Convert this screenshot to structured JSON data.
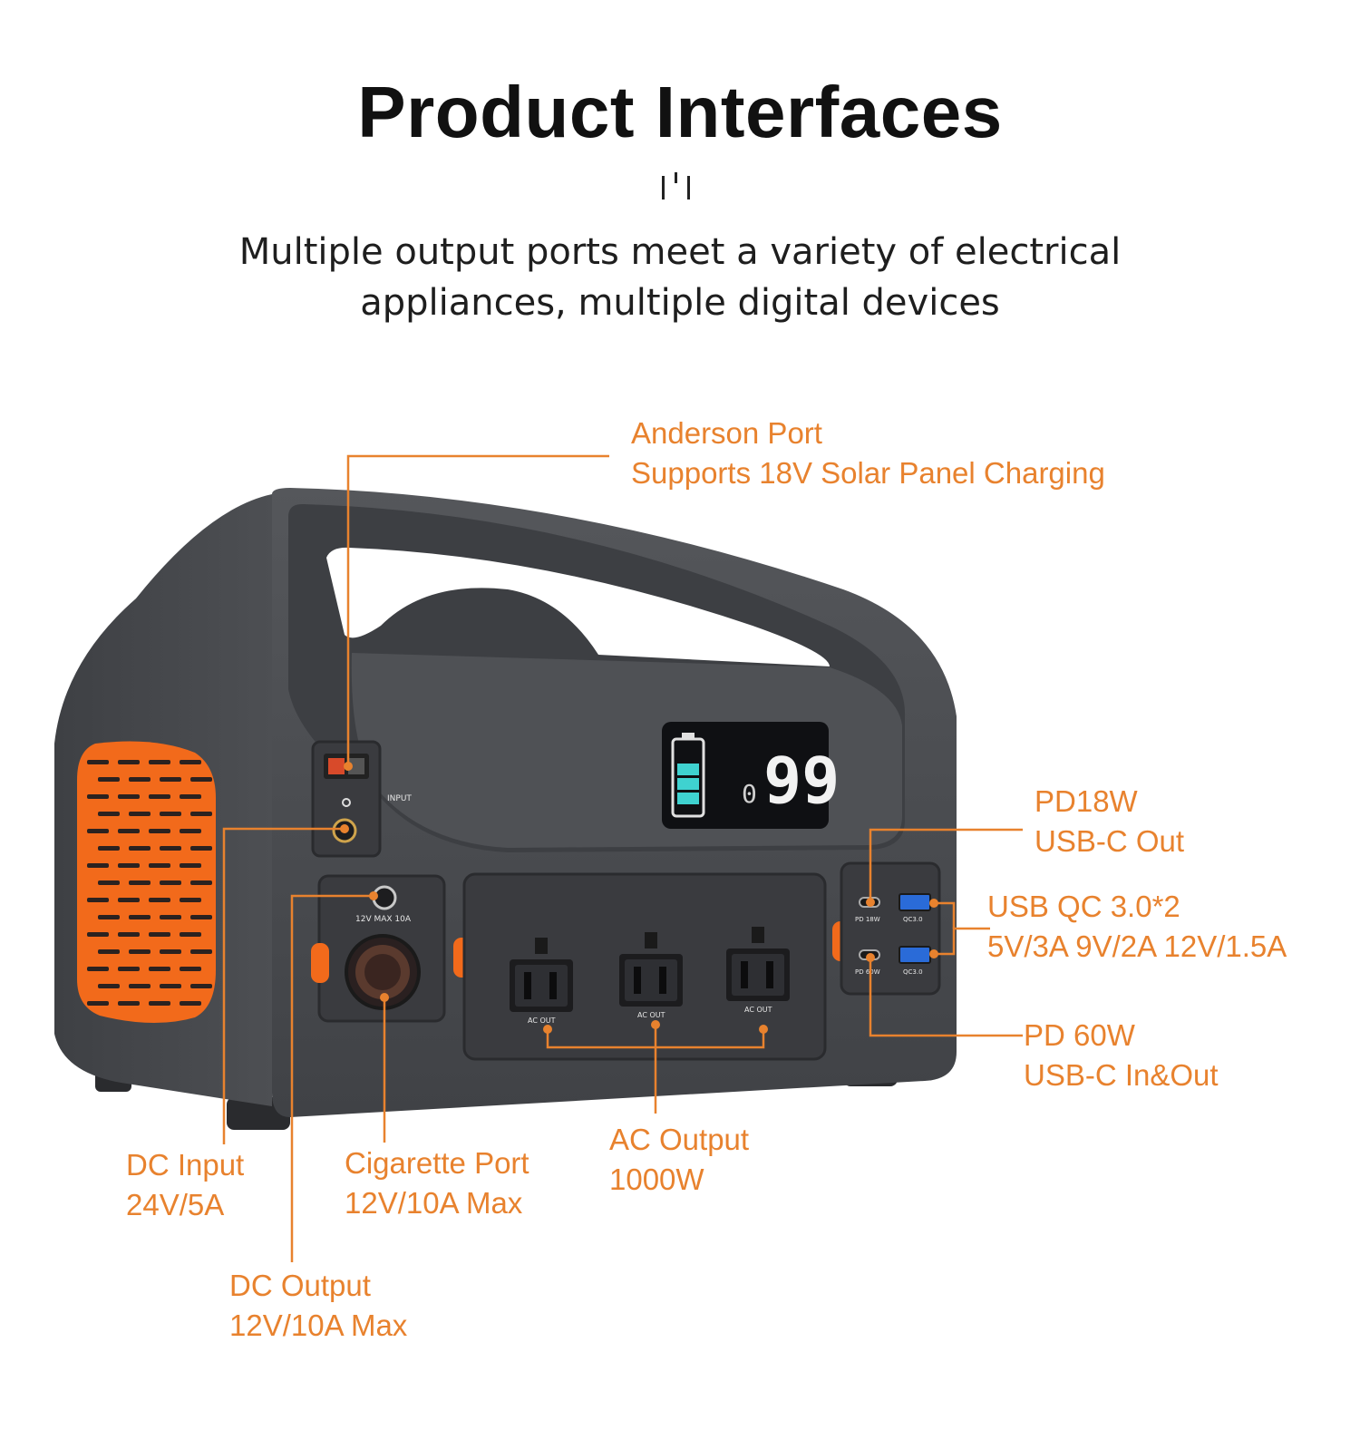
{
  "header": {
    "title": "Product Interfaces",
    "subtitle_line1": "Multiple output ports meet a variety of electrical",
    "subtitle_line2": "appliances, multiple digital devices"
  },
  "colors": {
    "accent": "#e8822e",
    "body": "#4a4c50",
    "vent": "#f26a1b",
    "screen": "#0f1013",
    "battery": "#3fd2d0"
  },
  "device": {
    "screen_value": "99",
    "input_tag": "INPUT",
    "dc_out_tag": "12V MAX 10A",
    "ac_tag": "AC OUT",
    "usb_c1_tag": "PD 18W",
    "usb_c2_tag": "PD 60W",
    "usb_a_tag": "QC3.0"
  },
  "callouts": {
    "anderson": {
      "line1": "Anderson Port",
      "line2": "Supports 18V Solar Panel Charging"
    },
    "pd18": {
      "line1": "PD18W",
      "line2": "USB-C Out"
    },
    "qc": {
      "line1": "USB QC 3.0*2",
      "line2": "5V/3A 9V/2A 12V/1.5A"
    },
    "pd60": {
      "line1": "PD 60W",
      "line2": "USB-C In&Out"
    },
    "ac": {
      "line1": "AC Output",
      "line2": "1000W"
    },
    "cigarette": {
      "line1": "Cigarette Port",
      "line2": "12V/10A Max"
    },
    "dc_input": {
      "line1": "DC Input",
      "line2": "24V/5A"
    },
    "dc_output": {
      "line1": "DC Output",
      "line2": "12V/10A Max"
    }
  }
}
